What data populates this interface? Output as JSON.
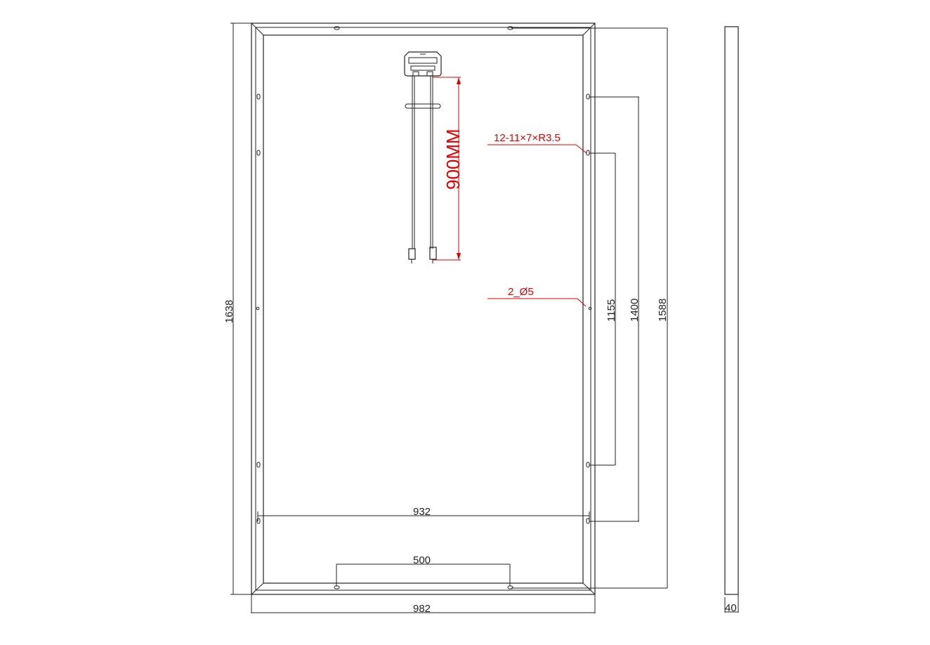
{
  "dimensions": {
    "width_overall": "982",
    "height_overall": "1638",
    "height_1588": "1588",
    "hole_span_1400": "1400",
    "hole_span_1155": "1155",
    "hole_width_932": "932",
    "hole_width_500": "500",
    "frame_depth": "40"
  },
  "annotations": {
    "mounting_holes": "12-11×7×R3.5",
    "ground_holes": "2_Ø5",
    "cable_length": "900MM"
  },
  "colors": {
    "line": "#222222",
    "annotation": "#e00000"
  }
}
